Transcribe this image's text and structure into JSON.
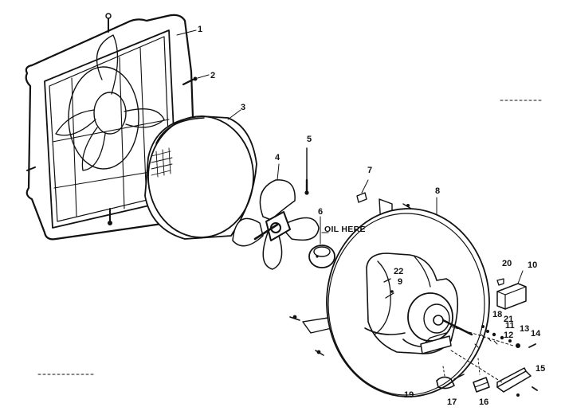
{
  "diagram": {
    "note_text": "OIL HERE",
    "callouts": [
      {
        "id": "p1",
        "text": "1"
      },
      {
        "id": "p2",
        "text": "2"
      },
      {
        "id": "p3",
        "text": "3"
      },
      {
        "id": "p4",
        "text": "4"
      },
      {
        "id": "p5",
        "text": "5"
      },
      {
        "id": "p6",
        "text": "6"
      },
      {
        "id": "p7",
        "text": "7"
      },
      {
        "id": "p8",
        "text": "8"
      },
      {
        "id": "p9",
        "text": "9"
      },
      {
        "id": "p10",
        "text": "10"
      },
      {
        "id": "p11",
        "text": "11"
      },
      {
        "id": "p12",
        "text": "12"
      },
      {
        "id": "p13",
        "text": "13"
      },
      {
        "id": "p14",
        "text": "14"
      },
      {
        "id": "p15",
        "text": "15"
      },
      {
        "id": "p16",
        "text": "16"
      },
      {
        "id": "p17",
        "text": "17"
      },
      {
        "id": "p18",
        "text": "18"
      },
      {
        "id": "p19",
        "text": "19"
      },
      {
        "id": "p20",
        "text": "20"
      },
      {
        "id": "p21",
        "text": "21"
      },
      {
        "id": "p22",
        "text": "22"
      }
    ]
  }
}
